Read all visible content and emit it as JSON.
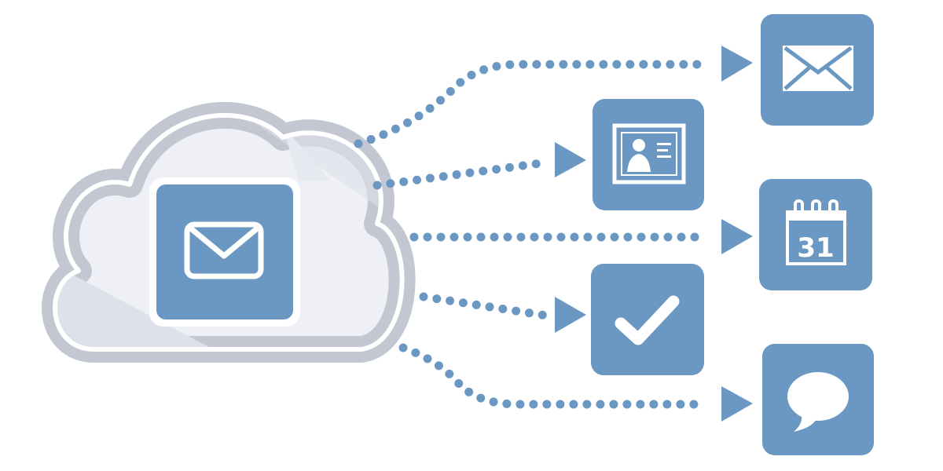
{
  "colors": {
    "accent": "#6b98c2",
    "cloud_outline": "#c2c7d2",
    "cloud_fill": "#eef0f5",
    "cloud_shade": "#dde1ea",
    "white": "#ffffff"
  },
  "hub": {
    "cloud": "cloud-shape",
    "icon": "mail-icon"
  },
  "services": [
    {
      "id": "mail",
      "icon": "envelope-icon"
    },
    {
      "id": "contacts",
      "icon": "contact-card-icon"
    },
    {
      "id": "calendar",
      "icon": "calendar-icon",
      "day": "31"
    },
    {
      "id": "tasks",
      "icon": "checkmark-icon"
    },
    {
      "id": "chat",
      "icon": "speech-bubble-icon"
    }
  ]
}
